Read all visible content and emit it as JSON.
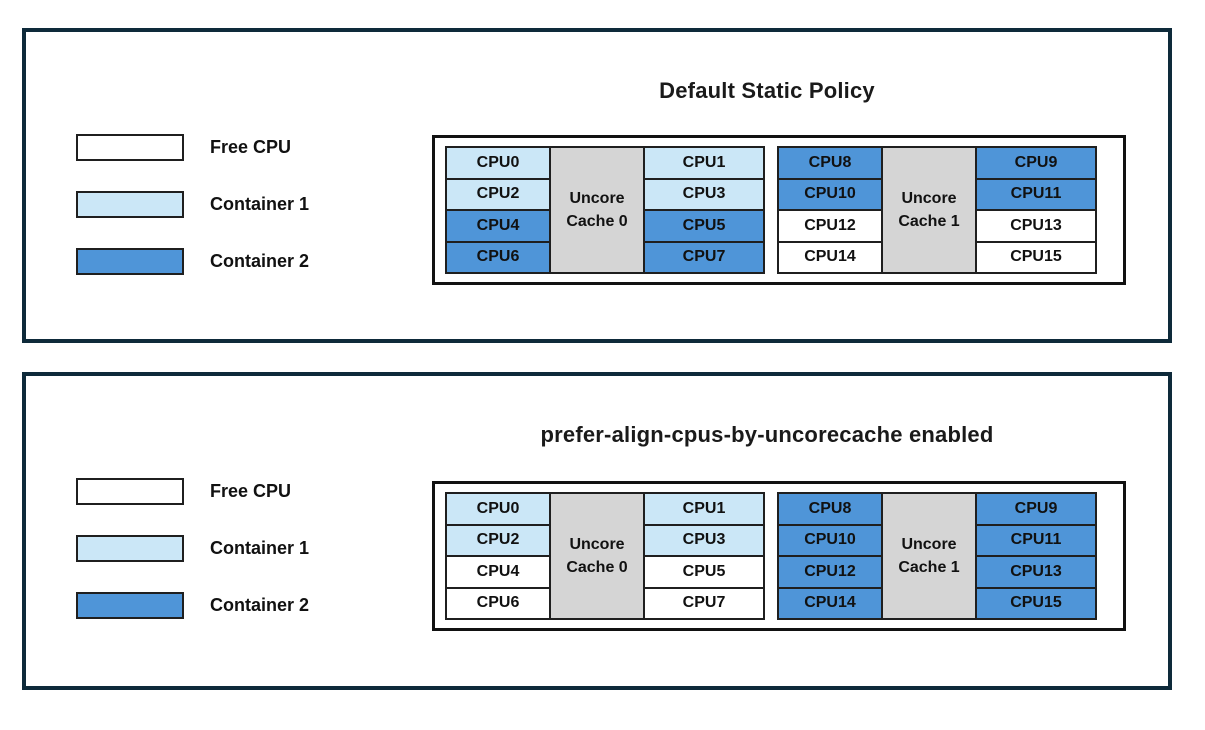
{
  "colors": {
    "free": "#ffffff",
    "container1": "#cbe7f7",
    "container2": "#4f95d8",
    "cache": "#d5d5d5",
    "panel_border": "#0e2a3a",
    "cell_border": "#1f1f1f"
  },
  "panels": [
    {
      "title": "Default Static Policy",
      "legend": [
        {
          "label": "Free CPU",
          "type": "free"
        },
        {
          "label": "Container 1",
          "type": "container1"
        },
        {
          "label": "Container 2",
          "type": "container2"
        }
      ],
      "groups": [
        {
          "cache_label": "Uncore Cache 0",
          "left": [
            {
              "label": "CPU0",
              "type": "container1"
            },
            {
              "label": "CPU2",
              "type": "container1"
            },
            {
              "label": "CPU4",
              "type": "container2"
            },
            {
              "label": "CPU6",
              "type": "container2"
            }
          ],
          "right": [
            {
              "label": "CPU1",
              "type": "container1"
            },
            {
              "label": "CPU3",
              "type": "container1"
            },
            {
              "label": "CPU5",
              "type": "container2"
            },
            {
              "label": "CPU7",
              "type": "container2"
            }
          ]
        },
        {
          "cache_label": "Uncore Cache 1",
          "left": [
            {
              "label": "CPU8",
              "type": "container2"
            },
            {
              "label": "CPU10",
              "type": "container2"
            },
            {
              "label": "CPU12",
              "type": "free"
            },
            {
              "label": "CPU14",
              "type": "free"
            }
          ],
          "right": [
            {
              "label": "CPU9",
              "type": "container2"
            },
            {
              "label": "CPU11",
              "type": "container2"
            },
            {
              "label": "CPU13",
              "type": "free"
            },
            {
              "label": "CPU15",
              "type": "free"
            }
          ]
        }
      ]
    },
    {
      "title": "prefer-align-cpus-by-uncorecache enabled",
      "legend": [
        {
          "label": "Free CPU",
          "type": "free"
        },
        {
          "label": "Container 1",
          "type": "container1"
        },
        {
          "label": "Container 2",
          "type": "container2"
        }
      ],
      "groups": [
        {
          "cache_label": "Uncore Cache 0",
          "left": [
            {
              "label": "CPU0",
              "type": "container1"
            },
            {
              "label": "CPU2",
              "type": "container1"
            },
            {
              "label": "CPU4",
              "type": "free"
            },
            {
              "label": "CPU6",
              "type": "free"
            }
          ],
          "right": [
            {
              "label": "CPU1",
              "type": "container1"
            },
            {
              "label": "CPU3",
              "type": "container1"
            },
            {
              "label": "CPU5",
              "type": "free"
            },
            {
              "label": "CPU7",
              "type": "free"
            }
          ]
        },
        {
          "cache_label": "Uncore Cache 1",
          "left": [
            {
              "label": "CPU8",
              "type": "container2"
            },
            {
              "label": "CPU10",
              "type": "container2"
            },
            {
              "label": "CPU12",
              "type": "container2"
            },
            {
              "label": "CPU14",
              "type": "container2"
            }
          ],
          "right": [
            {
              "label": "CPU9",
              "type": "container2"
            },
            {
              "label": "CPU11",
              "type": "container2"
            },
            {
              "label": "CPU13",
              "type": "container2"
            },
            {
              "label": "CPU15",
              "type": "container2"
            }
          ]
        }
      ]
    }
  ]
}
